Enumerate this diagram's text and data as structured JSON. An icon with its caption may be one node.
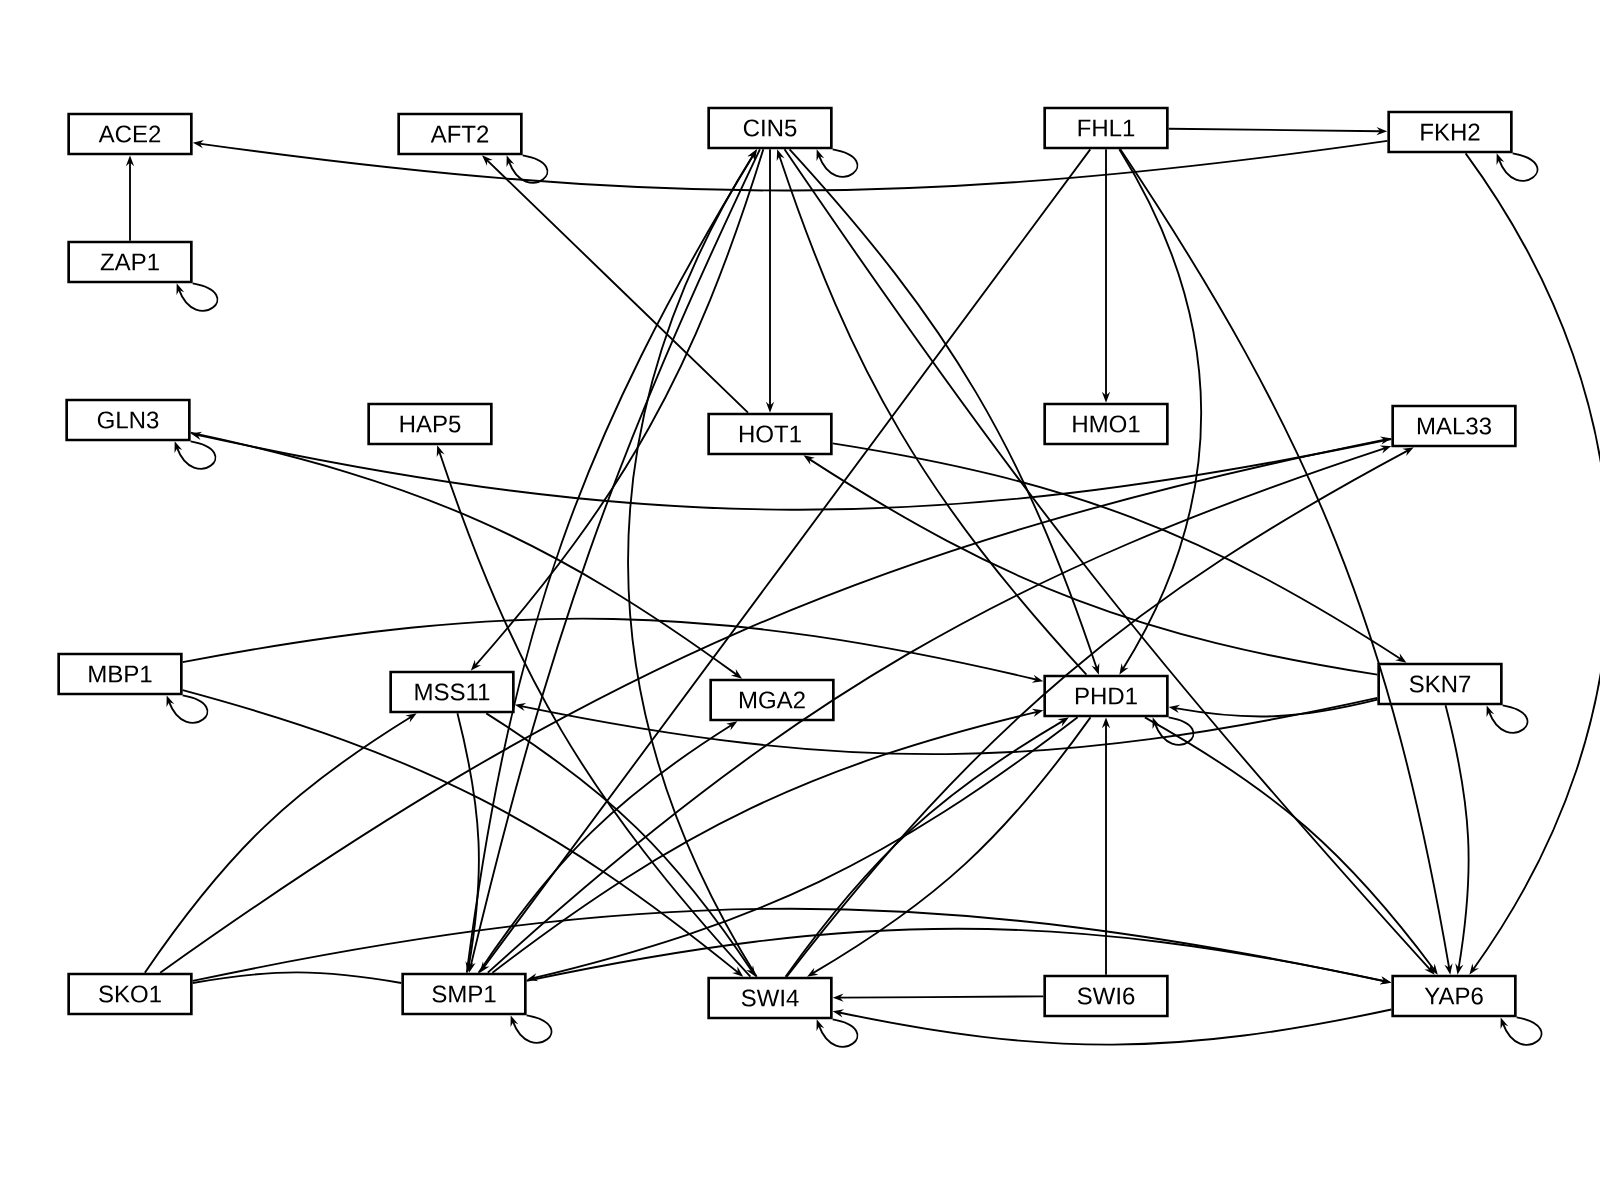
{
  "diagram": {
    "nodes": [
      {
        "text": [
          "ACE2"
        ]
      },
      {
        "text": [
          "AFT2"
        ]
      },
      {
        "text": [
          "CIN5"
        ]
      },
      {
        "text": [
          "FHL1"
        ]
      },
      {
        "text": [
          "FKH2"
        ]
      },
      {
        "text": [
          "ZAP1"
        ]
      },
      {
        "text": [
          "GLN3"
        ]
      },
      {
        "text": [
          "HAP5"
        ]
      },
      {
        "text": [
          "HOT1"
        ]
      },
      {
        "text": [
          "HMO1"
        ]
      },
      {
        "text": [
          "MAL33"
        ]
      },
      {
        "text": [
          "MBP1"
        ]
      },
      {
        "text": [
          "MSS11"
        ]
      },
      {
        "text": [
          "MGA2"
        ]
      },
      {
        "text": [
          "PHD1"
        ]
      },
      {
        "text": [
          "SKN7"
        ]
      },
      {
        "text": [
          "SKO1"
        ]
      },
      {
        "text": [
          "SMP1"
        ]
      },
      {
        "text": [
          "SWI4"
        ]
      },
      {
        "text": [
          "SWI6"
        ]
      },
      {
        "text": [
          "YAP6"
        ]
      }
    ],
    "edges": [
      {
        "from": 4,
        "to": 0,
        "arrow": "to"
      },
      {
        "from": 5,
        "to": 0,
        "arrow": "to"
      },
      {
        "from": 3,
        "to": 4,
        "arrow": "to"
      },
      {
        "from": 3,
        "to": 9,
        "arrow": "to"
      },
      {
        "from": 3,
        "to": 14,
        "arrow": "to"
      },
      {
        "from": 3,
        "to": 20,
        "arrow": "to"
      },
      {
        "from": 3,
        "to": 17,
        "arrow": "to"
      },
      {
        "from": 4,
        "to": 20,
        "arrow": "to"
      },
      {
        "from": 2,
        "to": 8,
        "arrow": "to"
      },
      {
        "from": 2,
        "to": 12,
        "arrow": "to"
      },
      {
        "from": 2,
        "to": 17,
        "arrow": "to"
      },
      {
        "from": 17,
        "to": 2,
        "arrow": "to"
      },
      {
        "from": 18,
        "to": 2,
        "arrow": "to"
      },
      {
        "from": 14,
        "to": 2,
        "arrow": "to"
      },
      {
        "from": 2,
        "to": 14,
        "arrow": "to"
      },
      {
        "from": 2,
        "to": 20,
        "arrow": "to"
      },
      {
        "from": 8,
        "to": 1,
        "arrow": "to"
      },
      {
        "from": 8,
        "to": 15,
        "arrow": "to"
      },
      {
        "from": 15,
        "to": 8,
        "arrow": "to"
      },
      {
        "from": 10,
        "to": 6,
        "arrow": "to"
      },
      {
        "from": 6,
        "to": 13,
        "arrow": "to"
      },
      {
        "from": 18,
        "to": 7,
        "arrow": "to"
      },
      {
        "from": 11,
        "to": 18,
        "arrow": "to"
      },
      {
        "from": 11,
        "to": 14,
        "arrow": "to"
      },
      {
        "from": 15,
        "to": 12,
        "arrow": "to"
      },
      {
        "from": 16,
        "to": 12,
        "arrow": "to"
      },
      {
        "from": 16,
        "to": 10,
        "arrow": "to"
      },
      {
        "from": 16,
        "to": 20,
        "arrow": "to"
      },
      {
        "from": 16,
        "to": 17,
        "arrow": "none"
      },
      {
        "from": 17,
        "to": 13,
        "arrow": "to"
      },
      {
        "from": 14,
        "to": 17,
        "arrow": "to"
      },
      {
        "from": 17,
        "to": 14,
        "arrow": "to"
      },
      {
        "from": 17,
        "to": 10,
        "arrow": "to"
      },
      {
        "from": 17,
        "to": 20,
        "arrow": "to"
      },
      {
        "from": 18,
        "to": 14,
        "arrow": "to"
      },
      {
        "from": 14,
        "to": 18,
        "arrow": "to"
      },
      {
        "from": 18,
        "to": 10,
        "arrow": "to"
      },
      {
        "from": 19,
        "to": 18,
        "arrow": "to"
      },
      {
        "from": 19,
        "to": 14,
        "arrow": "to"
      },
      {
        "from": 20,
        "to": 18,
        "arrow": "to"
      },
      {
        "from": 15,
        "to": 14,
        "arrow": "to"
      },
      {
        "from": 15,
        "to": 20,
        "arrow": "to"
      },
      {
        "from": 14,
        "to": 20,
        "arrow": "to"
      },
      {
        "from": 12,
        "to": 17,
        "arrow": "to"
      },
      {
        "from": 12,
        "to": 18,
        "arrow": "to"
      },
      {
        "from": 5,
        "to": 5,
        "arrow": "to"
      },
      {
        "from": 1,
        "to": 1,
        "arrow": "to"
      },
      {
        "from": 2,
        "to": 2,
        "arrow": "to"
      },
      {
        "from": 4,
        "to": 4,
        "arrow": "to"
      },
      {
        "from": 6,
        "to": 6,
        "arrow": "to"
      },
      {
        "from": 11,
        "to": 11,
        "arrow": "to"
      },
      {
        "from": 17,
        "to": 17,
        "arrow": "to"
      },
      {
        "from": 18,
        "to": 18,
        "arrow": "to"
      },
      {
        "from": 14,
        "to": 14,
        "arrow": "to"
      },
      {
        "from": 15,
        "to": 15,
        "arrow": "to"
      },
      {
        "from": 20,
        "to": 20,
        "arrow": "to"
      }
    ]
  }
}
